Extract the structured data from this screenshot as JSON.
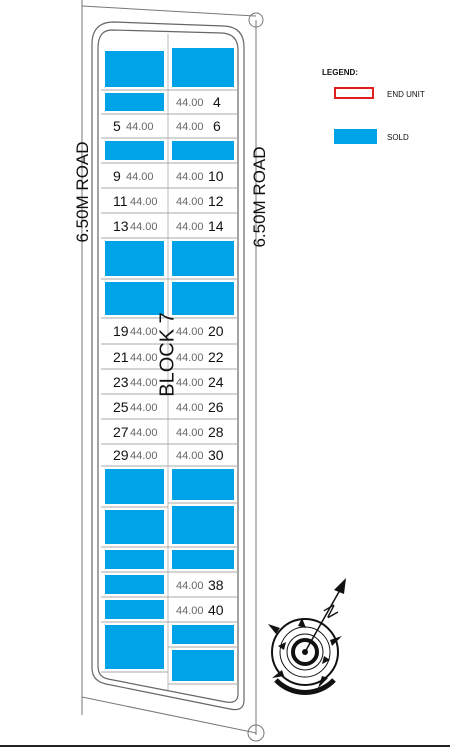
{
  "roads": {
    "left_label": "6.50M ROAD",
    "right_label": "6.50M ROAD"
  },
  "block_label": "BLOCK 7",
  "legend": {
    "title": "LEGEND:",
    "end_unit": "END UNIT",
    "sold": "SOLD"
  },
  "compass": {
    "north_label": "N"
  },
  "colors": {
    "sold": "#00a2e8",
    "end_unit_border": "#e02020",
    "outline": "#555555"
  },
  "lots": {
    "left": [
      {
        "num": "",
        "area": "",
        "sold": true
      },
      {
        "num": "",
        "area": "",
        "sold": true
      },
      {
        "num": "5",
        "area": "44.00",
        "sold": false
      },
      {
        "num": "",
        "area": "",
        "sold": true
      },
      {
        "num": "9",
        "area": "44.00",
        "sold": false
      },
      {
        "num": "11",
        "area": "44.00",
        "sold": false
      },
      {
        "num": "13",
        "area": "44.00",
        "sold": false
      },
      {
        "num": "",
        "area": "",
        "sold": true
      },
      {
        "num": "",
        "area": "",
        "sold": true
      },
      {
        "num": "19",
        "area": "44.00",
        "sold": false
      },
      {
        "num": "21",
        "area": "44.00",
        "sold": false
      },
      {
        "num": "23",
        "area": "44.00",
        "sold": false
      },
      {
        "num": "25",
        "area": "44.00",
        "sold": false
      },
      {
        "num": "27",
        "area": "44.00",
        "sold": false
      },
      {
        "num": "29",
        "area": "44.00",
        "sold": false
      },
      {
        "num": "",
        "area": "",
        "sold": true
      },
      {
        "num": "",
        "area": "",
        "sold": true
      },
      {
        "num": "",
        "area": "",
        "sold": true
      },
      {
        "num": "",
        "area": "",
        "sold": true
      },
      {
        "num": "",
        "area": "",
        "sold": true
      },
      {
        "num": "",
        "area": "",
        "sold": true
      }
    ],
    "right": [
      {
        "num": "",
        "area": "",
        "sold": true
      },
      {
        "num": "4",
        "area": "44.00",
        "sold": false
      },
      {
        "num": "6",
        "area": "44.00",
        "sold": false
      },
      {
        "num": "",
        "area": "",
        "sold": true
      },
      {
        "num": "10",
        "area": "44.00",
        "sold": false
      },
      {
        "num": "12",
        "area": "44.00",
        "sold": false
      },
      {
        "num": "14",
        "area": "44.00",
        "sold": false
      },
      {
        "num": "",
        "area": "",
        "sold": true
      },
      {
        "num": "",
        "area": "",
        "sold": true
      },
      {
        "num": "20",
        "area": "44.00",
        "sold": false
      },
      {
        "num": "22",
        "area": "44.00",
        "sold": false
      },
      {
        "num": "24",
        "area": "44.00",
        "sold": false
      },
      {
        "num": "26",
        "area": "44.00",
        "sold": false
      },
      {
        "num": "28",
        "area": "44.00",
        "sold": false
      },
      {
        "num": "30",
        "area": "44.00",
        "sold": false
      },
      {
        "num": "",
        "area": "",
        "sold": true
      },
      {
        "num": "",
        "area": "",
        "sold": true
      },
      {
        "num": "",
        "area": "",
        "sold": true
      },
      {
        "num": "38",
        "area": "44.00",
        "sold": false
      },
      {
        "num": "40",
        "area": "44.00",
        "sold": false
      },
      {
        "num": "",
        "area": "",
        "sold": true
      },
      {
        "num": "",
        "area": "",
        "sold": true
      }
    ]
  }
}
